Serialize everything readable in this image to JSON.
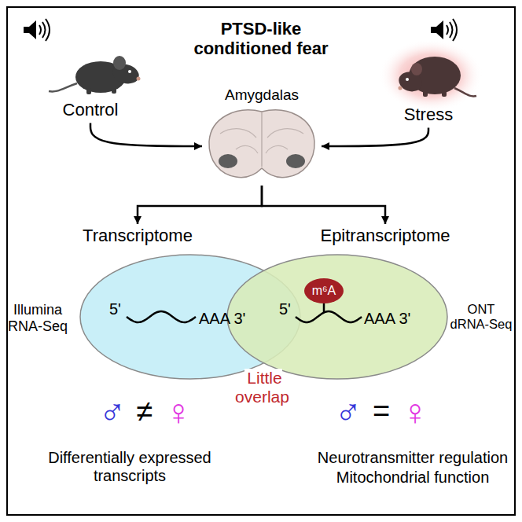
{
  "diagram": {
    "title": "PTSD-like conditioned fear",
    "nodes": [
      {
        "text": [
          "Control"
        ]
      },
      {
        "text": [
          "Stress"
        ]
      },
      {
        "text": [
          "Amygdalas"
        ]
      },
      {
        "text": [
          "Transcriptome"
        ]
      },
      {
        "text": [
          "Epitranscriptome"
        ]
      },
      {
        "text": [
          "5'",
          "AAA 3'"
        ]
      },
      {
        "text": [
          "5'",
          "AAA 3'"
        ]
      },
      {
        "text": [
          "m⁶A"
        ],
        "in": 6
      }
    ],
    "edges": [
      {
        "from": 0,
        "to": 2,
        "arrow": "to"
      },
      {
        "from": 1,
        "to": 2,
        "arrow": "to"
      },
      {
        "from": 2,
        "to": 3,
        "arrow": "to"
      },
      {
        "from": 2,
        "to": 4,
        "arrow": "to"
      }
    ],
    "labels": [
      "Illumina RNA-Seq",
      "ONT dRNA-Seq",
      "Little overlap",
      "♂",
      "≠",
      "♀",
      "♂",
      "=",
      "♀",
      "Differentially expressed transcripts",
      "Neurotransmitter regulation",
      "Mitochondrial function"
    ]
  }
}
